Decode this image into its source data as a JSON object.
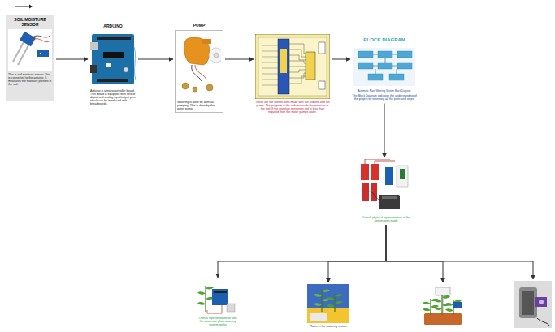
{
  "diagram": {
    "nodes": [
      {
        "text": [
          "SOIL MOISTURE SENSOR",
          "This is soil moisture sensor. This is connected to the arduino. It measures the moisture present in the soil."
        ]
      },
      {
        "text": [
          "ARDUINO",
          "Arduino is a microcontroller board. This board is equipped with sets of digital and analog input/output pins which can be interfaced with breadboards."
        ]
      },
      {
        "text": [
          "PUMP",
          "Watering is done by artificial pumping. This is done by this water pump."
        ]
      },
      {
        "text": [
          "These are the connections made with the arduino and the pump. The program in the arduino reads the moisture in the soil. If the moisture present in soil is less than required then the motor pumps water."
        ]
      },
      {
        "text": [
          "BLOCK DIAGRAM",
          "Automatic Plant Watering System Block Diagram",
          "The Block Diagram indicates the understanding of the project by informing all the parts and steps."
        ]
      },
      {
        "text": [
          "Overall physical representation of the connections made"
        ]
      },
      {
        "text": [
          "Overall representation of how the automatic plant watering system works"
        ]
      },
      {
        "text": [
          "Plants in the watering system"
        ]
      },
      {
        "text": []
      },
      {
        "text": []
      }
    ],
    "edges": [
      {
        "from": 0,
        "to": 1,
        "arrow": "to"
      },
      {
        "from": 1,
        "to": 2,
        "arrow": "to"
      },
      {
        "from": 2,
        "to": 3,
        "arrow": "to"
      },
      {
        "from": 3,
        "to": 4,
        "arrow": "to"
      },
      {
        "from": 4,
        "to": 5,
        "arrow": "to"
      },
      {
        "from": 5,
        "to": 6,
        "arrow": "to"
      },
      {
        "from": 5,
        "to": 7,
        "arrow": "to"
      },
      {
        "from": 5,
        "to": 8,
        "arrow": "to"
      },
      {
        "from": 5,
        "to": 9,
        "arrow": "to"
      }
    ]
  }
}
